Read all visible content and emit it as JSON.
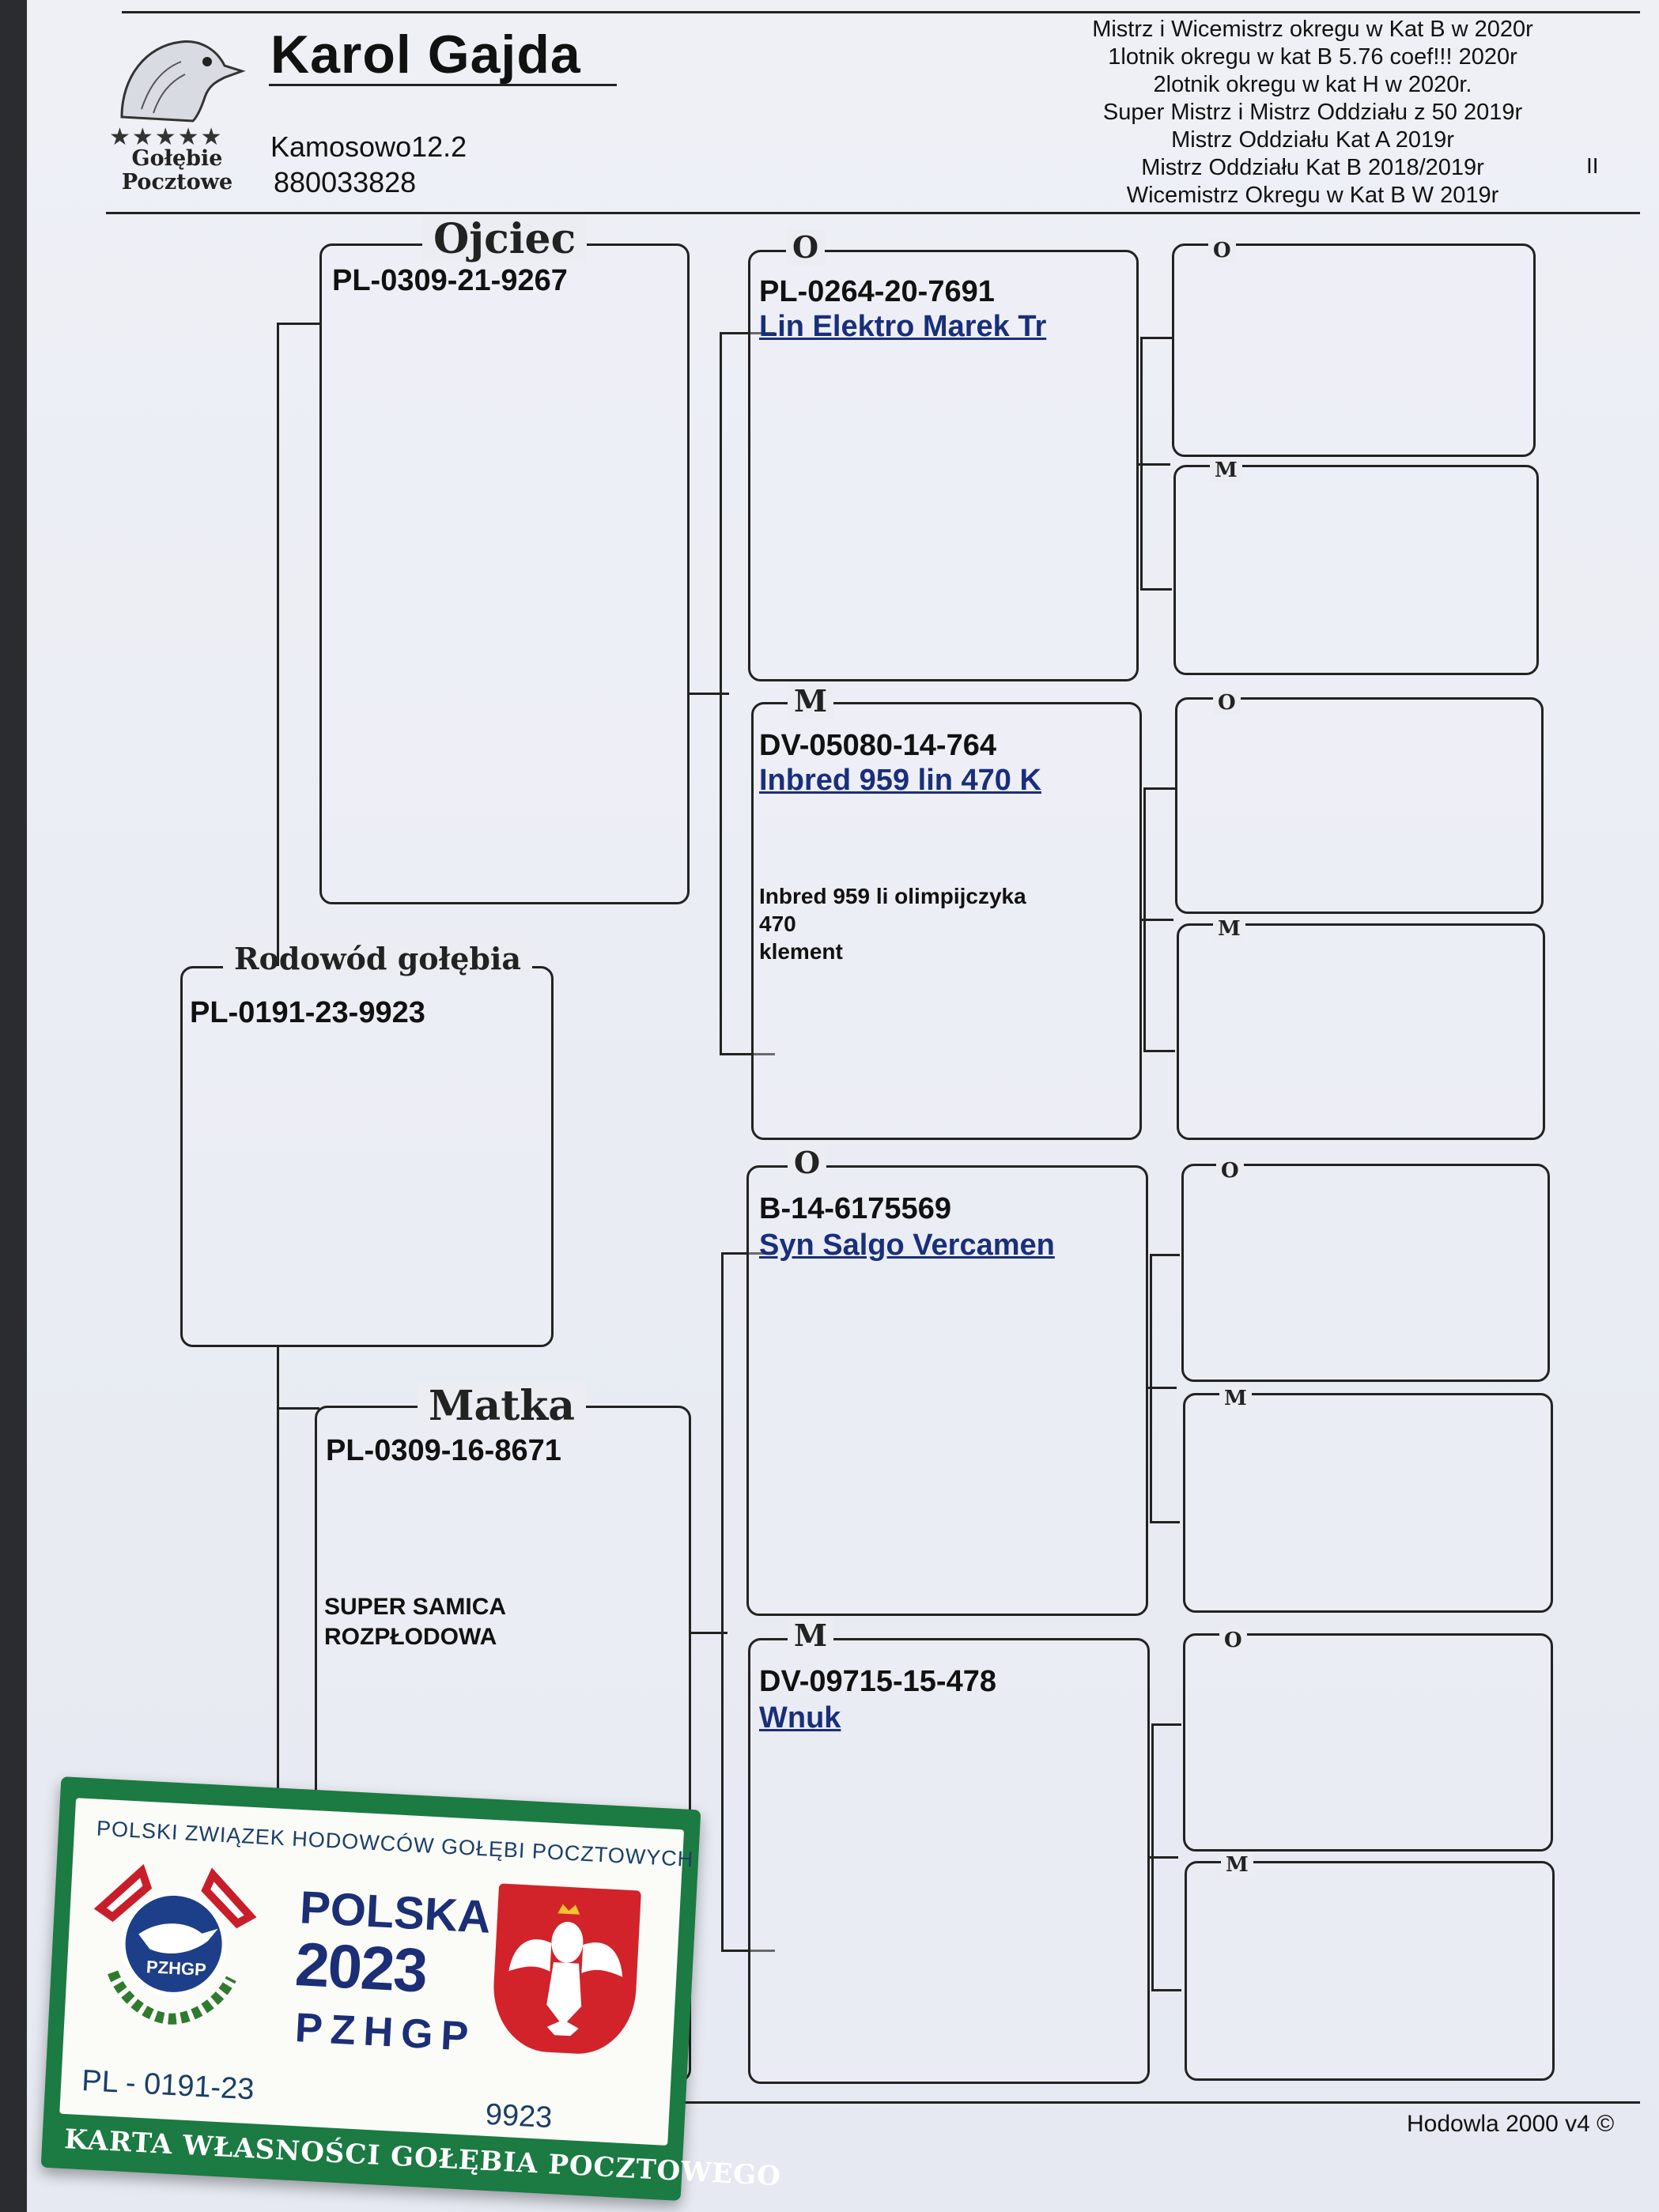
{
  "header": {
    "breeder_name": "Karol Gajda",
    "address": "Kamosowo12.2",
    "phone": "880033828",
    "logo_text_line1": "Gołębie",
    "logo_text_line2": "Pocztowe",
    "achievements": [
      "Mistrz i Wicemistrz okregu w Kat  B w 2020r",
      "1lotnik okregu w kat B 5.76 coef!!! 2020r",
      "2lotnik okregu w kat H w 2020r.",
      "Super Mistrz i Mistrz Oddziału z 50 2019r",
      "Mistrz Oddziału Kat  A  2019r",
      "Mistrz Oddziału Kat B 2018/2019r",
      "Wicemistrz Okregu w Kat B W 2019r"
    ],
    "corner_mark": "II"
  },
  "pigeon": {
    "title": "Rodowód gołębia",
    "ring": "PL-0191-23-9923"
  },
  "father": {
    "title": "Ojciec",
    "ring": "PL-0309-21-9267"
  },
  "mother": {
    "title": "Matka",
    "ring": "PL-0309-16-8671",
    "note_line1": "SUPER SAMICA",
    "note_line2": "ROZPŁODOWA"
  },
  "grandparents": [
    {
      "label": "O",
      "ring": "PL-0264-20-7691",
      "name": "Lin Elektro Marek Tr",
      "notes": []
    },
    {
      "label": "M",
      "ring": "DV-05080-14-764",
      "name": "Inbred 959 lin 470 K",
      "notes": [
        "Inbred 959 li olimpijczyka",
        "470",
        "klement"
      ]
    },
    {
      "label": "O",
      "ring": "B-14-6175569",
      "name": "Syn Salgo Vercamen",
      "notes": []
    },
    {
      "label": "M",
      "ring": "DV-09715-15-478",
      "name": "Wnuk",
      "notes": []
    }
  ],
  "great_grandparent_labels": [
    "O",
    "M",
    "O",
    "M",
    "O",
    "M",
    "O",
    "M"
  ],
  "footer": {
    "software": "Hodowla 2000 v4 ©"
  },
  "card": {
    "header": "POLSKI ZWIĄZEK HODOWCÓW GOŁĘBI POCZTOWYCH",
    "emblem_text": "PZHGP",
    "country": "POLSKA",
    "year": "2023",
    "org": "PZHGP",
    "ring_prefix": "PL - 0191-23",
    "ring_number": "9923",
    "footer": "KARTA  WŁASNOŚCI GOŁĘBIA POCZTOWEGO"
  },
  "colors": {
    "paper": "#eceef5",
    "ink": "#222222",
    "link": "#1a2f7a",
    "card_green": "#1c7a43",
    "card_blue": "#1b2e76",
    "eagle_red": "#d2232a"
  }
}
